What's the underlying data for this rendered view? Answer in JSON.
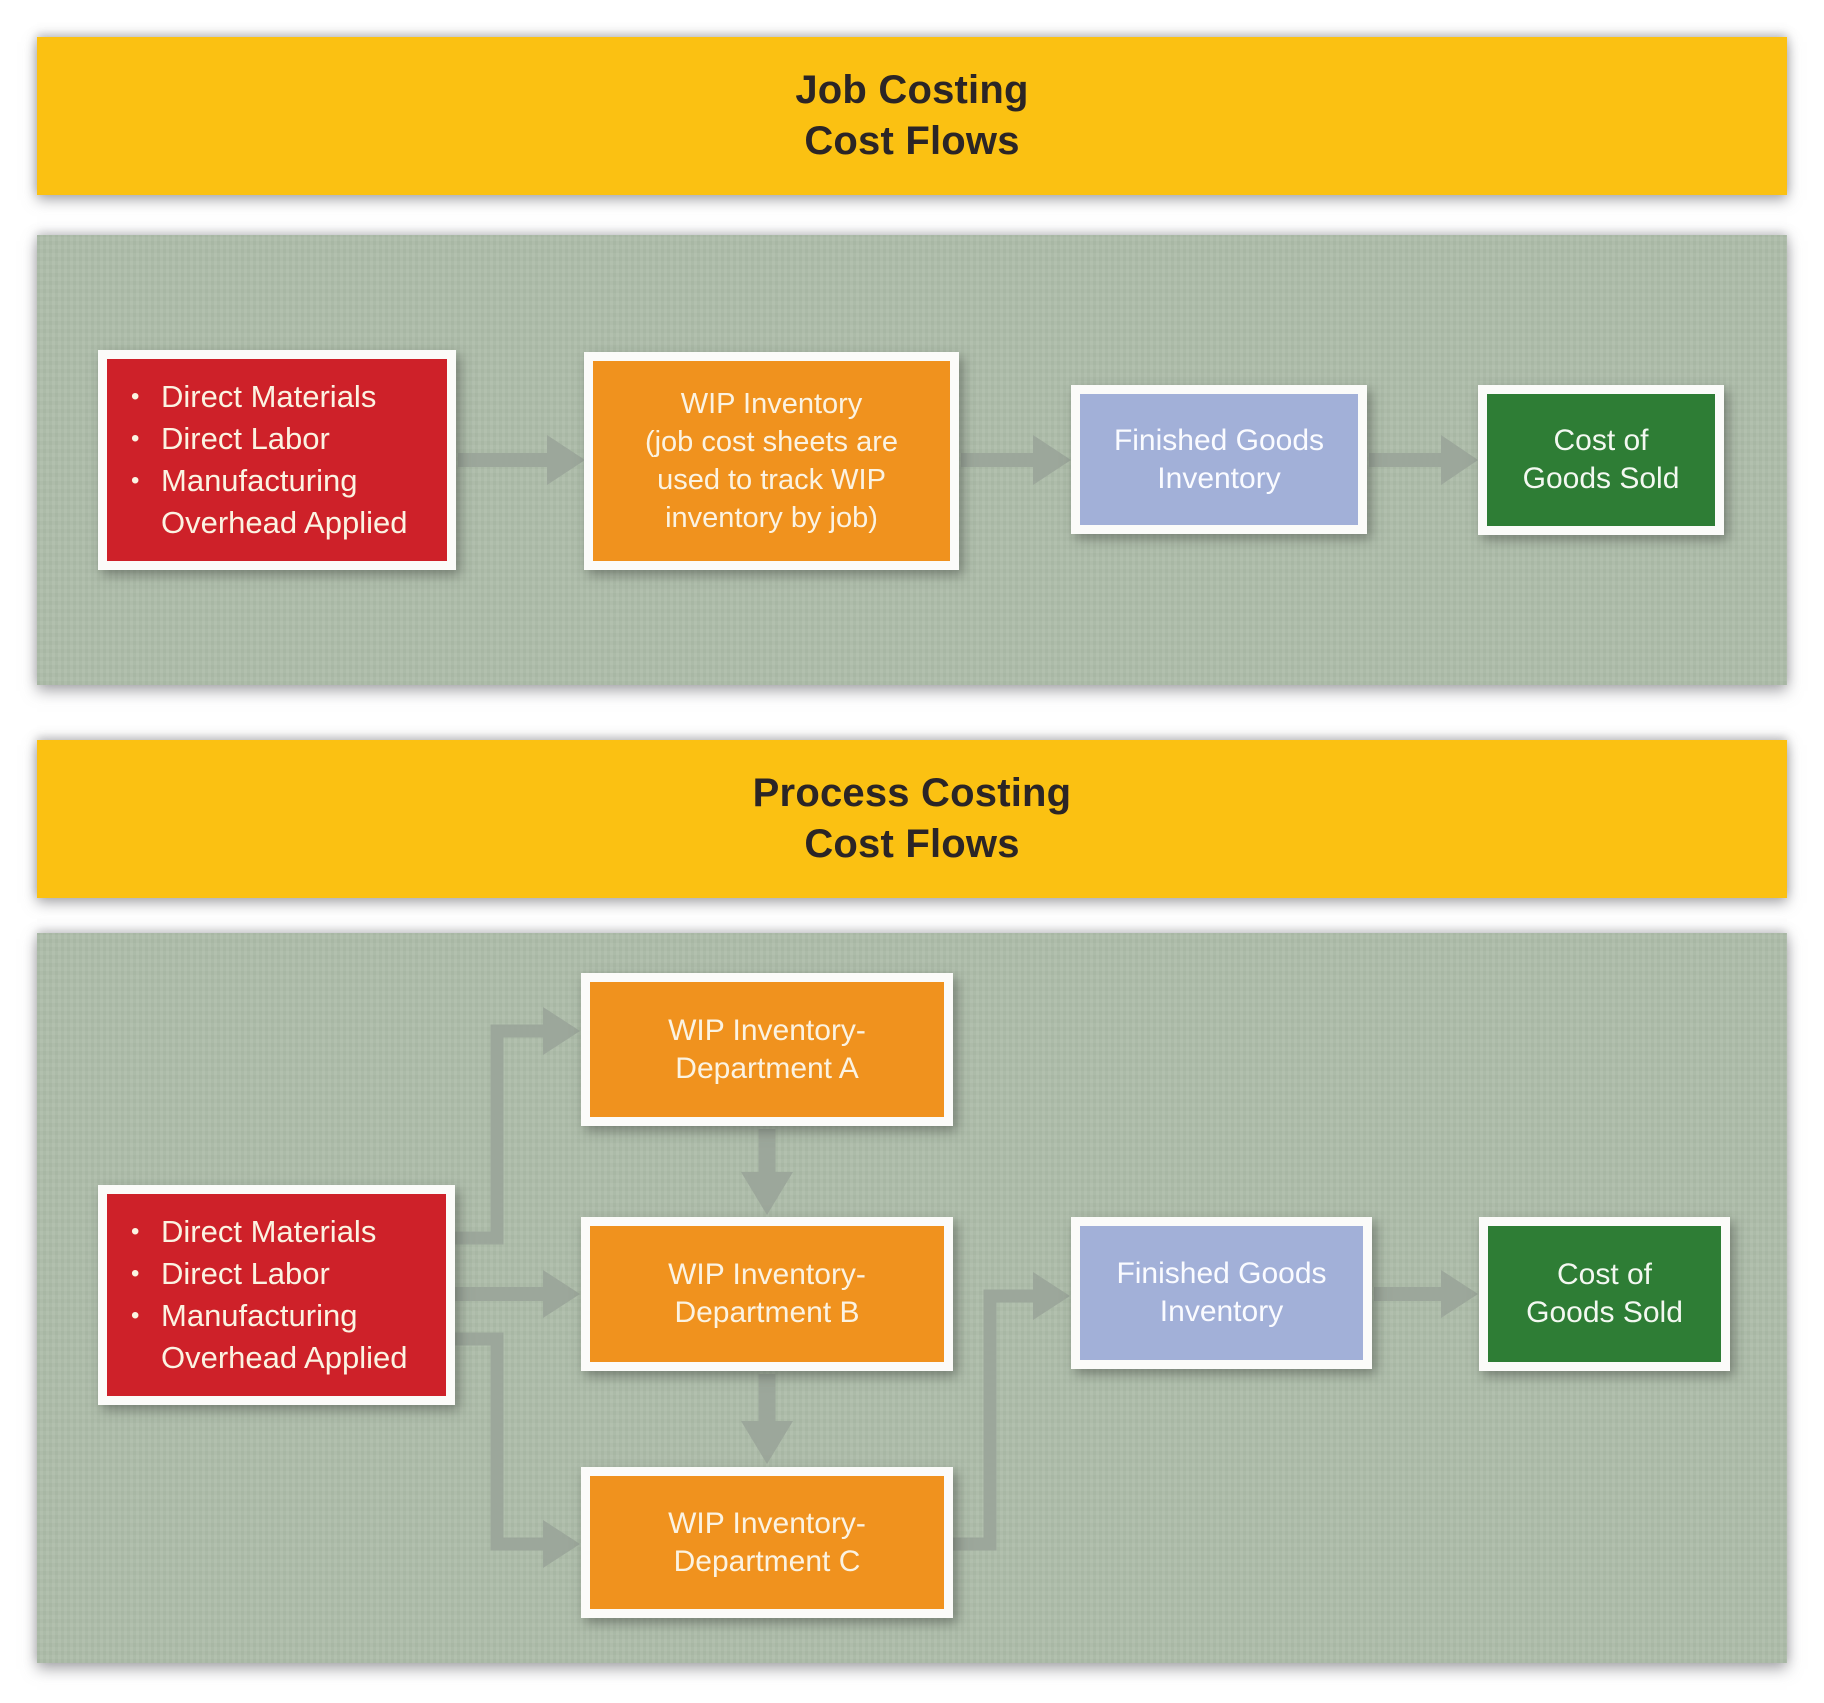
{
  "colors": {
    "banner_yellow": "#FBC112",
    "banner_text": "#2B2526",
    "panel_green": "#AFBEAB",
    "box_red": "#CE2129",
    "box_orange": "#F0921E",
    "box_blue": "#A2B0D8",
    "box_dark_green": "#2E7D35",
    "box_frame_white": "#FBFBF9",
    "arrow_gray": "#9CA79B",
    "warm_white_text": "#FBF3E2"
  },
  "bullet": "•",
  "diagram1": {
    "banner": {
      "line1": "Job Costing",
      "line2": "Cost Flows"
    },
    "inputs_box": {
      "items": [
        "Direct Materials",
        "Direct Labor",
        "Manufacturing Overhead Applied"
      ]
    },
    "wip_box": {
      "line1": "WIP Inventory",
      "line2": "(job cost sheets are used to track WIP inventory by job)"
    },
    "finished_goods_box": {
      "line1": "Finished Goods",
      "line2": "Inventory"
    },
    "cogs_box": {
      "line1": "Cost of",
      "line2": "Goods Sold"
    }
  },
  "diagram2": {
    "banner": {
      "line1": "Process Costing",
      "line2": "Cost Flows"
    },
    "inputs_box": {
      "items": [
        "Direct Materials",
        "Direct Labor",
        "Manufacturing Overhead Applied"
      ]
    },
    "dept_a_box": {
      "line1": "WIP Inventory-",
      "line2": "Department A"
    },
    "dept_b_box": {
      "line1": "WIP Inventory-",
      "line2": "Department B"
    },
    "dept_c_box": {
      "line1": "WIP Inventory-",
      "line2": "Department C"
    },
    "finished_goods_box": {
      "line1": "Finished Goods",
      "line2": "Inventory"
    },
    "cogs_box": {
      "line1": "Cost of",
      "line2": "Goods Sold"
    }
  }
}
